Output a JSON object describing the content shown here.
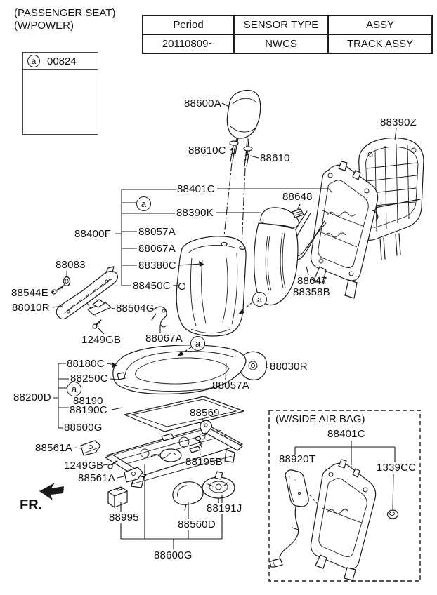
{
  "page": {
    "title_line1": "(PASSENGER SEAT)",
    "title_line2": "(W/POWER)"
  },
  "info_table": {
    "headers": [
      "Period",
      "SENSOR TYPE",
      "ASSY"
    ],
    "values": [
      "20110809~",
      "NWCS",
      "TRACK ASSY"
    ]
  },
  "legend_box": {
    "marker": "a",
    "part_no": "00824"
  },
  "callout_marker": "a",
  "fr_label": "FR.",
  "airbag_box": {
    "title": "(W/SIDE AIR BAG)",
    "frame_assy": "88401C",
    "airbag_module": "88920T",
    "nut": "1339CC"
  },
  "labels": {
    "headrest": "88600A",
    "guide_left": "88610C",
    "guide_right": "88610",
    "back_panel": "88390Z",
    "back_frame_assy": "88401C",
    "back_board": "88390K",
    "back_group": "88400F",
    "back_item_88057a": "88057A",
    "back_item_88067a": "88067A",
    "back_cover": "88380C",
    "back_clip_88450c": "88450C",
    "knob_88083": "88083",
    "screw_88544e": "88544E",
    "side_shield": "88010R",
    "switch_88504g": "88504G",
    "screw_1249gb_a": "1249GB",
    "hook_88067a": "88067A",
    "clip_88648": "88648",
    "lumbar_88647": "88647",
    "lumbar_88358b": "88358B",
    "cushion_cover": "88180C",
    "cushion_clip": "88250C",
    "cushion_group": "88200D",
    "heater_88190": "88190",
    "pad_88190c": "88190C",
    "track_88600g_a": "88600G",
    "bracket_88561a_a": "88561A",
    "screw_1249gb_b": "1249GB",
    "bracket_88561a_b": "88561A",
    "cover_88030r": "88030R",
    "clip_88057a_b": "88057A",
    "bracket_88569": "88569",
    "screw_88195b": "88195B",
    "unit_88995": "88995",
    "lever_88560d": "88560D",
    "knob_88191j": "88191J",
    "track_88600g_b": "88600G"
  }
}
